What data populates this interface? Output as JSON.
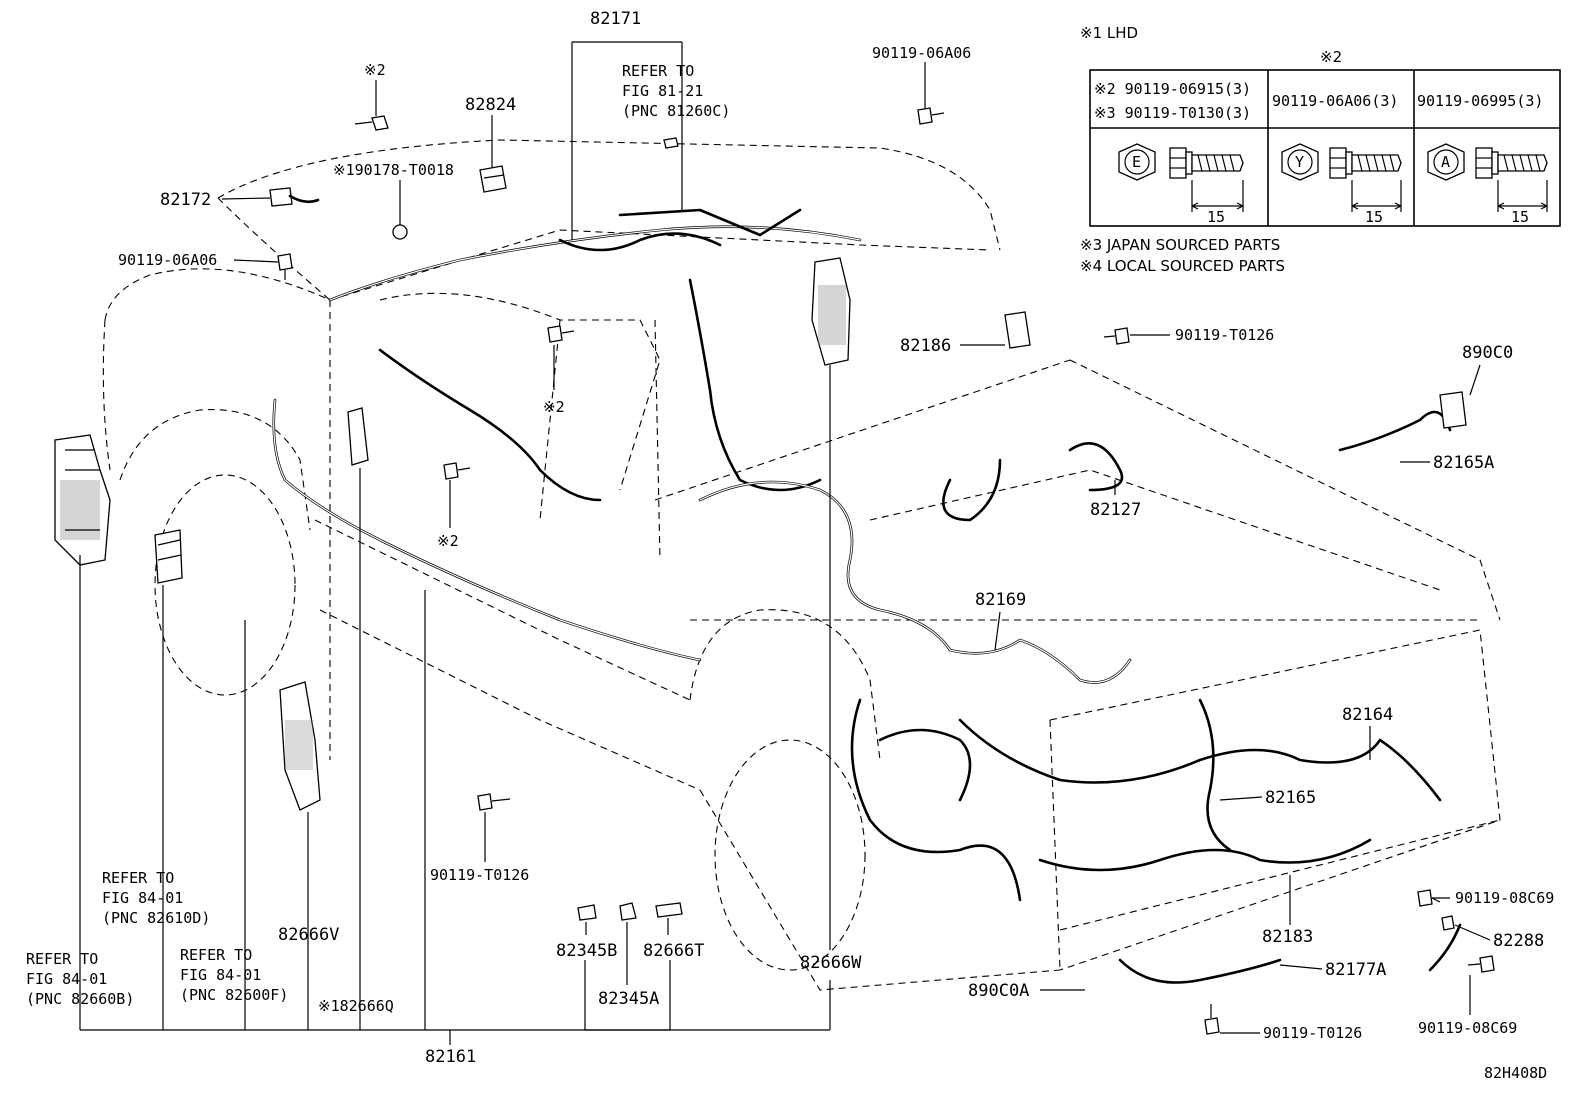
{
  "diagram_id": "82H408D",
  "notes": {
    "lhd": "※1 LHD",
    "japan": "※3 JAPAN SOURCED PARTS",
    "local": "※4 LOCAL SOURCED PARTS"
  },
  "bolt_table": {
    "title": "※2",
    "columns": [
      {
        "lines": [
          "※2 90119-06915(3)",
          "※3 90119-T0130(3)"
        ],
        "mark": "E",
        "dim": "15"
      },
      {
        "lines": [
          "90119-06A06(3)"
        ],
        "mark": "Y",
        "dim": "15"
      },
      {
        "lines": [
          "90119-06995(3)"
        ],
        "mark": "A",
        "dim": "15"
      }
    ]
  },
  "labels": {
    "p82171": "82171",
    "refer81_l1": "REFER TO",
    "refer81_l2": "FIG 81-21",
    "refer81_l3": "(PNC 81260C)",
    "p82824": "82824",
    "mark2_top": "※2",
    "p90178": "※190178-T0018",
    "p82172": "82172",
    "p90119_06a06_left": "90119-06A06",
    "p90119_06a06_top": "90119-06A06",
    "p82186": "82186",
    "p90119_t0126_right": "90119-T0126",
    "p890c0": "890C0",
    "p82165a": "82165A",
    "p82127": "82127",
    "mark2_mid": "※2",
    "mark2_low": "※2",
    "p82169": "82169",
    "p82164": "82164",
    "p82165": "82165",
    "p90119_08c69_a": "90119-08C69",
    "p82288": "82288",
    "p82183": "82183",
    "p82177a": "82177A",
    "p890c0a": "890C0A",
    "p90119_08c69_b": "90119-08C69",
    "p90119_t0126_bottom": "90119-T0126",
    "p90119_t0126_mid": "90119-T0126",
    "p82345b": "82345B",
    "p82666t": "82666T",
    "p82345a": "82345A",
    "p82666w": "82666W",
    "p82666v": "82666V",
    "p82666q": "※182666Q",
    "p82161": "82161",
    "refer8401a_l1": "REFER TO",
    "refer8401a_l2": "FIG 84-01",
    "refer8401a_l3": "(PNC 82610D)",
    "refer8401b_l1": "REFER TO",
    "refer8401b_l2": "FIG 84-01",
    "refer8401b_l3": "(PNC 82660B)",
    "refer8401c_l1": "REFER TO",
    "refer8401c_l2": "FIG 84-01",
    "refer8401c_l3": "(PNC 82600F)"
  }
}
